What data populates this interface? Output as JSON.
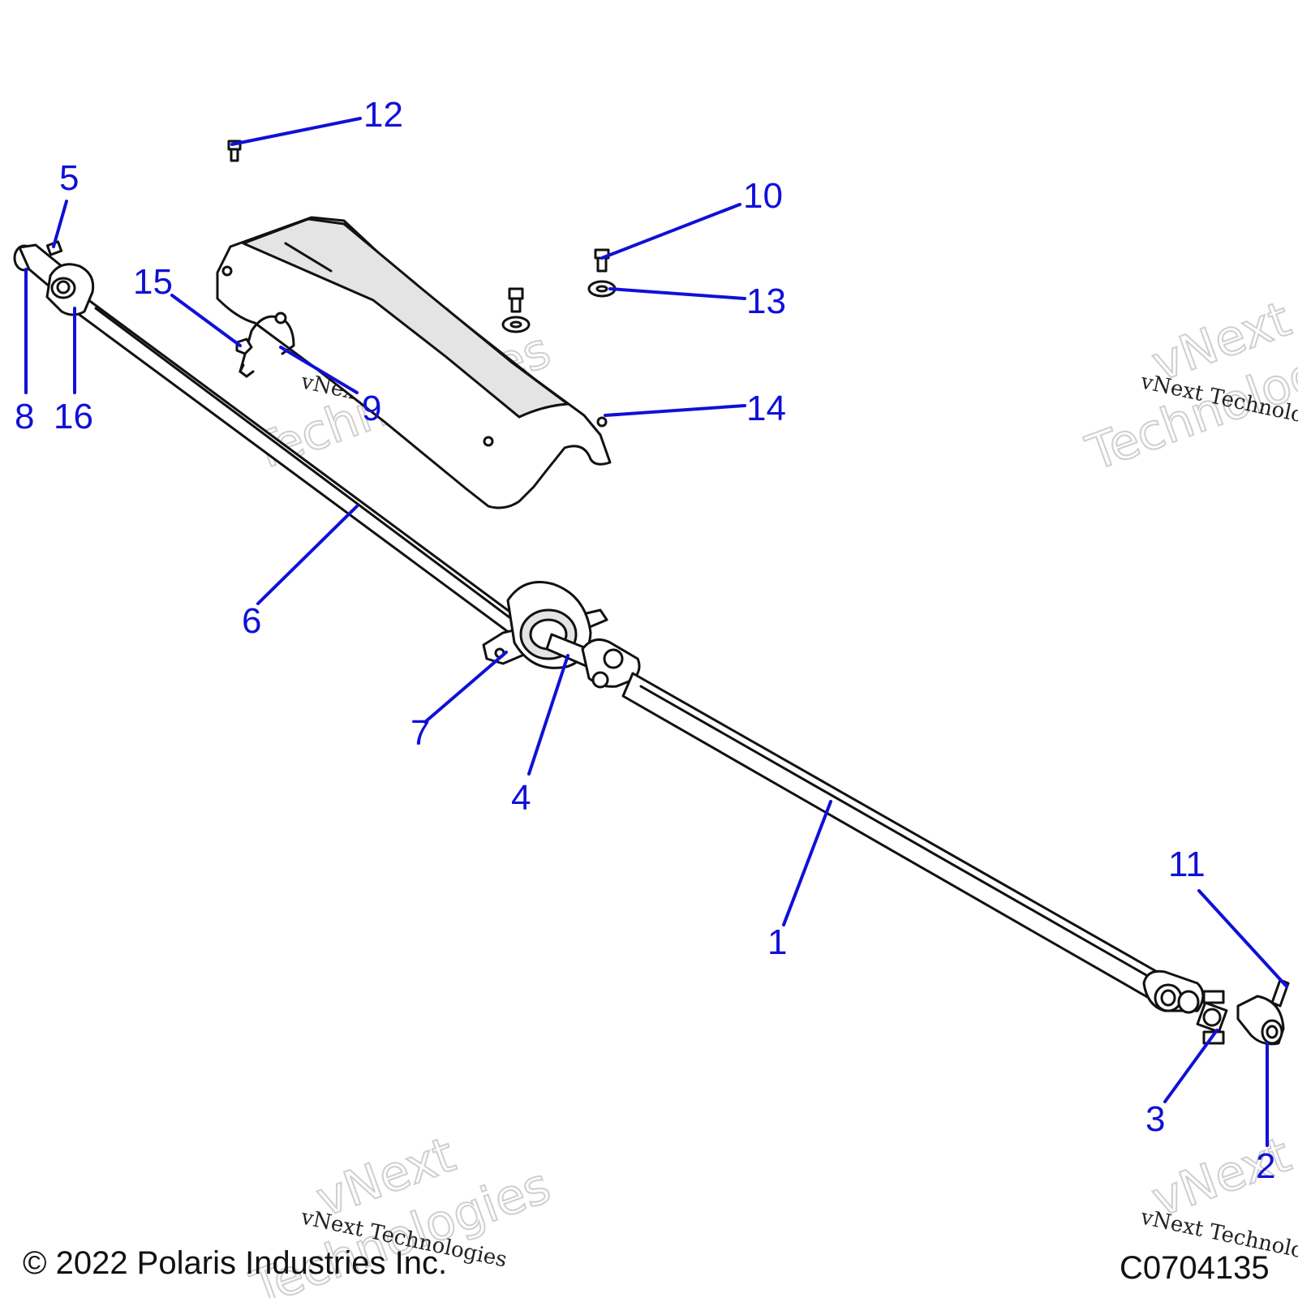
{
  "callouts": {
    "c1": "1",
    "c2": "2",
    "c3": "3",
    "c4": "4",
    "c5": "5",
    "c6": "6",
    "c7": "7",
    "c8": "8",
    "c9": "9",
    "c10": "10",
    "c11": "11",
    "c12": "12",
    "c13": "13",
    "c14": "14",
    "c15": "15",
    "c16": "16"
  },
  "footer": {
    "copyright": "© 2022 Polaris Industries Inc.",
    "figure_code": "C0704135"
  },
  "watermark": {
    "line1": "vNext Technologies",
    "big1": "vNext",
    "big2": "Technologies"
  },
  "colors": {
    "callout": "#1010d8",
    "line_art": "#111111"
  }
}
